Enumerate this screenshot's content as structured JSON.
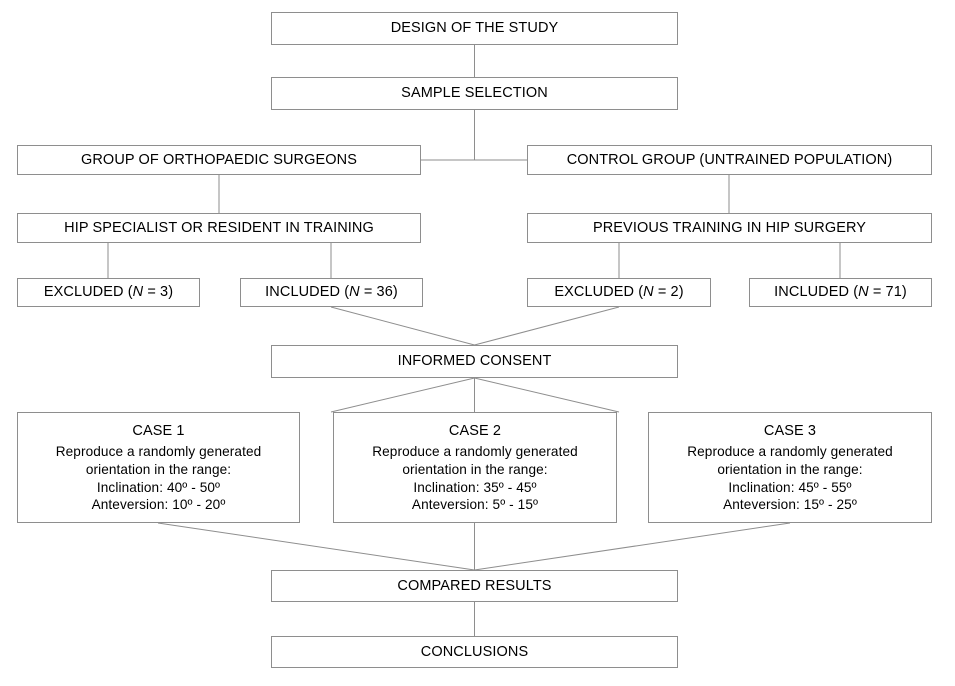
{
  "figure": {
    "type": "flowchart",
    "orientation": "top-down",
    "background_color": "#ffffff",
    "border_color": "#8e8e8e",
    "text_color": "#000000"
  },
  "nodes": {
    "design": {
      "label": "DESIGN OF THE STUDY"
    },
    "sample": {
      "label": "SAMPLE SELECTION"
    },
    "group_surgeons": {
      "label": "GROUP OF ORTHOPAEDIC SURGEONS"
    },
    "group_control": {
      "label": "CONTROL GROUP (UNTRAINED POPULATION)"
    },
    "hip_specialist": {
      "label": "HIP SPECIALIST OR RESIDENT IN TRAINING"
    },
    "previous_training": {
      "label": "PREVIOUS TRAINING IN HIP SURGERY"
    },
    "excluded_left": {
      "prefix": "EXCLUDED (",
      "variable": "N",
      "suffix": " = 3)"
    },
    "included_left": {
      "prefix": "INCLUDED (",
      "variable": "N",
      "suffix": " = 36)"
    },
    "excluded_right": {
      "prefix": "EXCLUDED (",
      "variable": "N",
      "suffix": " = 2)"
    },
    "included_right": {
      "prefix": "INCLUDED (",
      "variable": "N",
      "suffix": " = 71)"
    },
    "informed_consent": {
      "label": "INFORMED CONSENT"
    },
    "compared_results": {
      "label": "COMPARED RESULTS"
    },
    "conclusions": {
      "label": "CONCLUSIONS"
    }
  },
  "cases": [
    {
      "title": "CASE 1",
      "line1": "Reproduce a randomly generated",
      "line2": "orientation in the range:",
      "inclination": "Inclination: 40º - 50º",
      "anteversion": "Anteversion: 10º - 20º"
    },
    {
      "title": "CASE 2",
      "line1": "Reproduce a randomly generated",
      "line2": "orientation in the range:",
      "inclination": "Inclination: 35º - 45º",
      "anteversion": "Anteversion: 5º - 15º"
    },
    {
      "title": "CASE 3",
      "line1": "Reproduce a randomly generated",
      "line2": "orientation in the range:",
      "inclination": "Inclination: 45º - 55º",
      "anteversion": "Anteversion: 15º - 25º"
    }
  ]
}
